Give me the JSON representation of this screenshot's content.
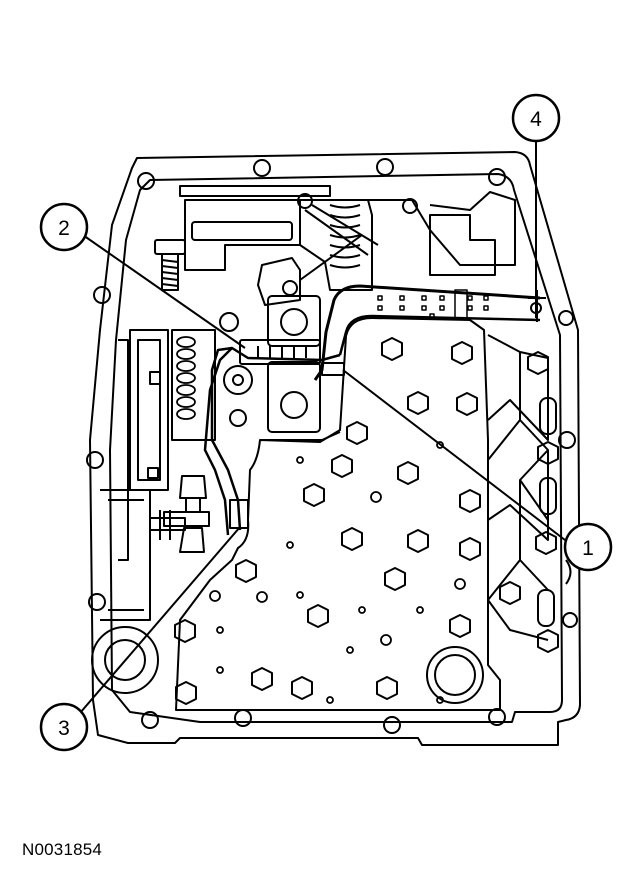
{
  "callouts": {
    "c1": "1",
    "c2": "2",
    "c3": "3",
    "c4": "4"
  },
  "reference_code": "N0031854",
  "colors": {
    "line": "#000000",
    "paper": "#ffffff"
  }
}
